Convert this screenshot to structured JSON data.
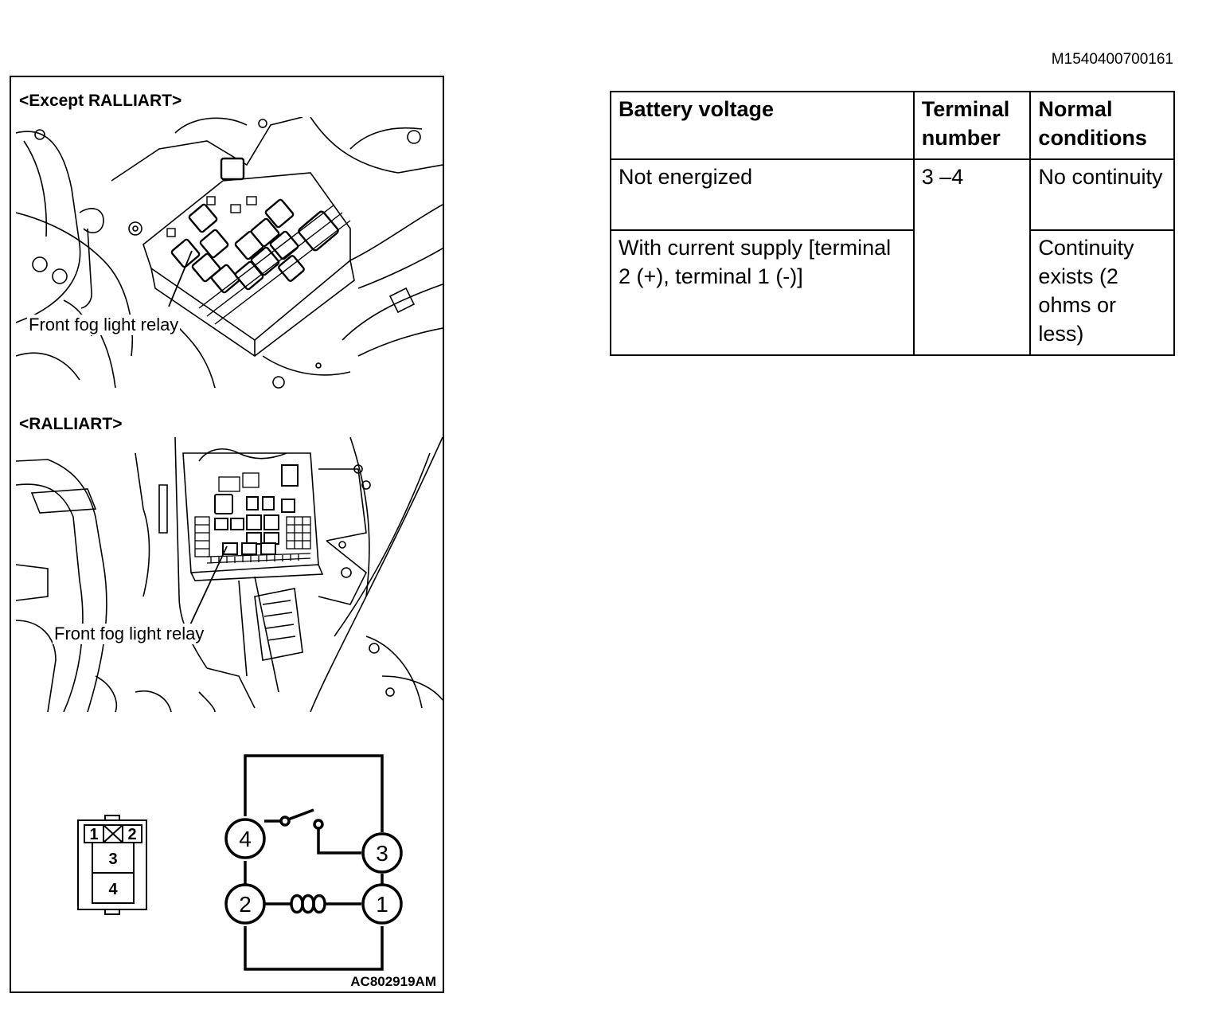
{
  "document_id": "M1540400700161",
  "figure": {
    "sections": [
      {
        "label": "<Except RALLIART>",
        "callout": "Front fog light relay"
      },
      {
        "label": "<RALLIART>",
        "callout": "Front fog light relay"
      }
    ],
    "connector_pins": [
      "1",
      "2",
      "3",
      "4"
    ],
    "circuit_terminals": [
      "4",
      "3",
      "2",
      "1"
    ],
    "figure_code": "AC802919AM"
  },
  "table": {
    "headers": [
      "Battery voltage",
      "Terminal number",
      "Normal conditions"
    ],
    "rows": [
      {
        "battery_voltage": "Not energized",
        "terminal_number": "3 –4",
        "normal_conditions": "No continuity"
      },
      {
        "battery_voltage": "With current supply [terminal 2 (+), terminal 1 (-)]",
        "normal_conditions": "Continuity exists (2 ohms or less)"
      }
    ]
  }
}
